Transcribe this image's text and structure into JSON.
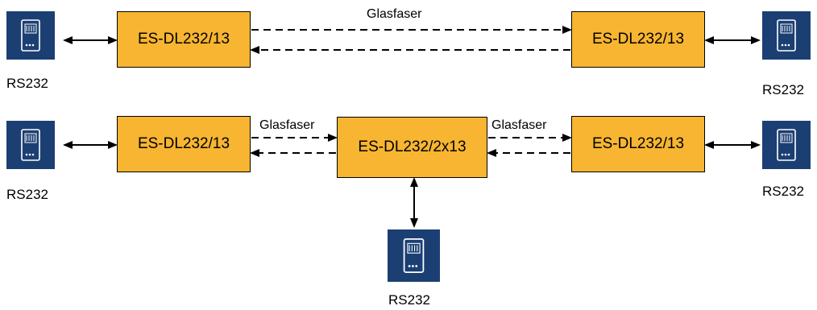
{
  "colors": {
    "device_fill": "#1c3f73",
    "device_icon": "#ffffff",
    "box_fill": "#f7b531",
    "stroke": "#000000"
  },
  "icons": {
    "device": "rs232-device-icon"
  },
  "row1": {
    "left_device_label": "RS232",
    "left_box_label": "ES-DL232/13",
    "link_label": "Glasfaser",
    "right_box_label": "ES-DL232/13",
    "right_device_label": "RS232"
  },
  "row2": {
    "left_device_label": "RS232",
    "left_box_label": "ES-DL232/13",
    "left_link_label": "Glasfaser",
    "center_box_label": "ES-DL232/2x13",
    "right_link_label": "Glasfaser",
    "right_box_label": "ES-DL232/13",
    "right_device_label": "RS232",
    "bottom_device_label": "RS232"
  }
}
